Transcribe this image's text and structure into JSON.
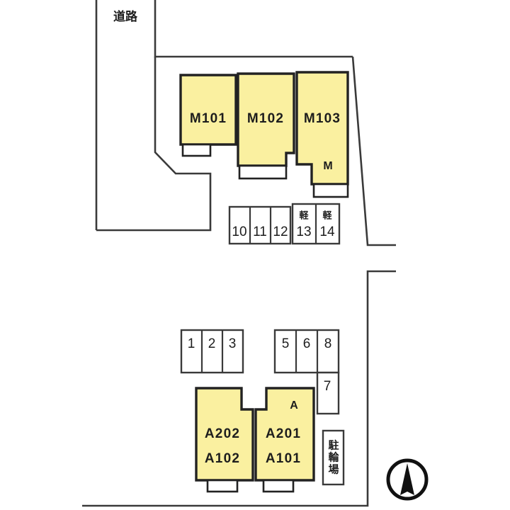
{
  "plan": {
    "road_label": "道路",
    "bicycle_parking_label": "駐輪場",
    "compass_name": "north-compass",
    "colors": {
      "building_fill": "#FAF0A0",
      "building_stroke": "#222222",
      "boundary_stroke": "#3A3A3A",
      "background": "#FFFFFF",
      "text": "#1D1D1D"
    }
  },
  "buildings": [
    {
      "block": "M",
      "block_label": "M",
      "units": [
        {
          "id": "m101",
          "label": "M101"
        },
        {
          "id": "m102",
          "label": "M102"
        },
        {
          "id": "m103",
          "label": "M103"
        }
      ]
    },
    {
      "block": "A",
      "block_label": "A",
      "units": [
        {
          "id": "a202",
          "label": "A202"
        },
        {
          "id": "a102",
          "label": "A102"
        },
        {
          "id": "a201",
          "label": "A201"
        },
        {
          "id": "a101",
          "label": "A101"
        }
      ]
    }
  ],
  "parking": {
    "upper_row": [
      {
        "id": "p10",
        "number": "10",
        "kei": ""
      },
      {
        "id": "p11",
        "number": "11",
        "kei": ""
      },
      {
        "id": "p12",
        "number": "12",
        "kei": ""
      },
      {
        "id": "p13",
        "number": "13",
        "kei": "軽"
      },
      {
        "id": "p14",
        "number": "14",
        "kei": "軽"
      }
    ],
    "lower_left_row": [
      {
        "id": "p1",
        "number": "1"
      },
      {
        "id": "p2",
        "number": "2"
      },
      {
        "id": "p3",
        "number": "3"
      }
    ],
    "lower_right_row": [
      {
        "id": "p5",
        "number": "5"
      },
      {
        "id": "p6",
        "number": "6"
      },
      {
        "id": "p8",
        "number": "8"
      }
    ],
    "lower_right_extra": [
      {
        "id": "p7",
        "number": "7"
      }
    ]
  }
}
